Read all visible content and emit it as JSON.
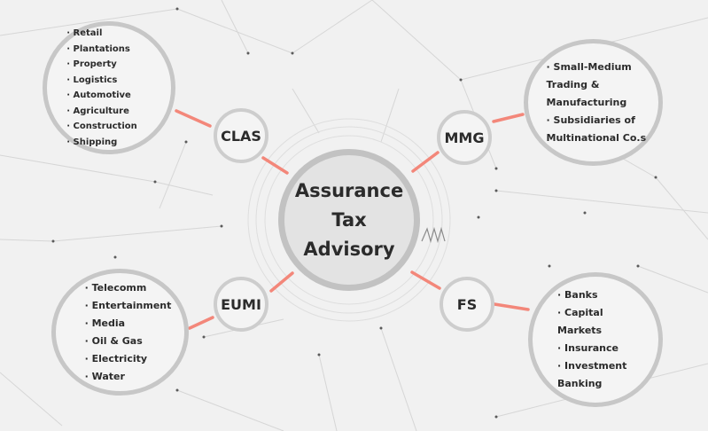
{
  "center": {
    "lines": [
      "Assurance",
      "Tax",
      "Advisory"
    ]
  },
  "nodes": {
    "clas": {
      "label": "CLAS",
      "items": [
        "Retail",
        "Plantations",
        "Property",
        "Logistics",
        "Automotive",
        "Agriculture",
        "Construction",
        "Shipping"
      ]
    },
    "mmg": {
      "label": "MMG",
      "items": [
        "Small-Medium Trading & Manufacturing",
        "Subsidiaries of Multinational Co.s"
      ]
    },
    "eumi": {
      "label": "EUMI",
      "items": [
        "Telecomm",
        "Entertainment",
        "Media",
        "Oil & Gas",
        "Electricity",
        "Water"
      ]
    },
    "fs": {
      "label": "FS",
      "items": [
        "Banks",
        "Capital Markets",
        "Insurance",
        "Investment Banking"
      ]
    }
  },
  "colors": {
    "connector": "#f3877a",
    "ring": "#c9c9c9",
    "background": "#f1f1f1",
    "text": "#2b2b2b"
  }
}
